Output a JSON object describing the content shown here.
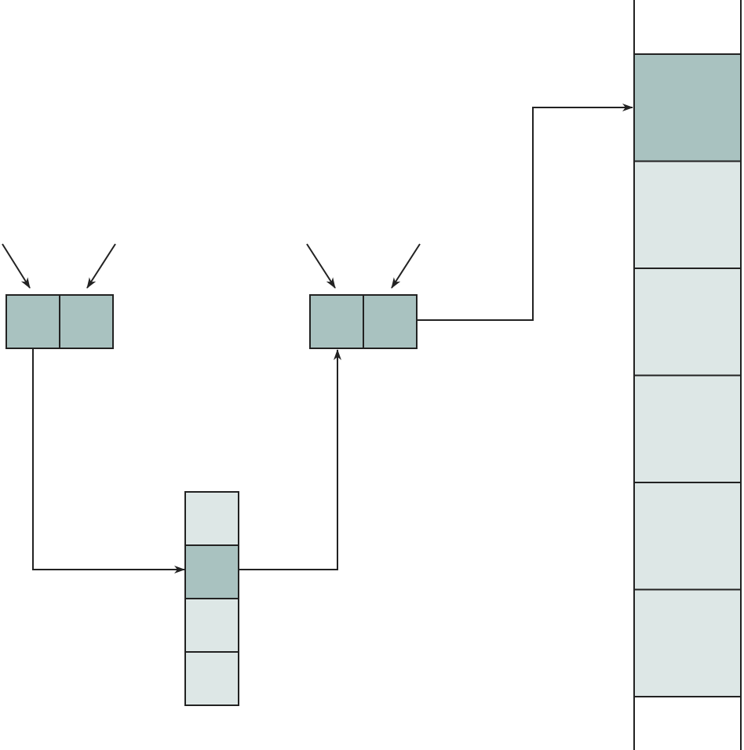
{
  "colors": {
    "background": "#ffffff",
    "stroke": "#222222",
    "cell_active": "#a9c2c0",
    "cell_light": "#dde7e6"
  },
  "diagram": {
    "first_entry": {
      "fields": [
        "active",
        "active"
      ]
    },
    "middle_column": {
      "cells": [
        "light",
        "active",
        "light",
        "light"
      ]
    },
    "second_entry": {
      "fields": [
        "active",
        "active"
      ]
    },
    "right_column": {
      "cells": [
        "active",
        "light",
        "light",
        "light",
        "light",
        "light"
      ]
    }
  }
}
